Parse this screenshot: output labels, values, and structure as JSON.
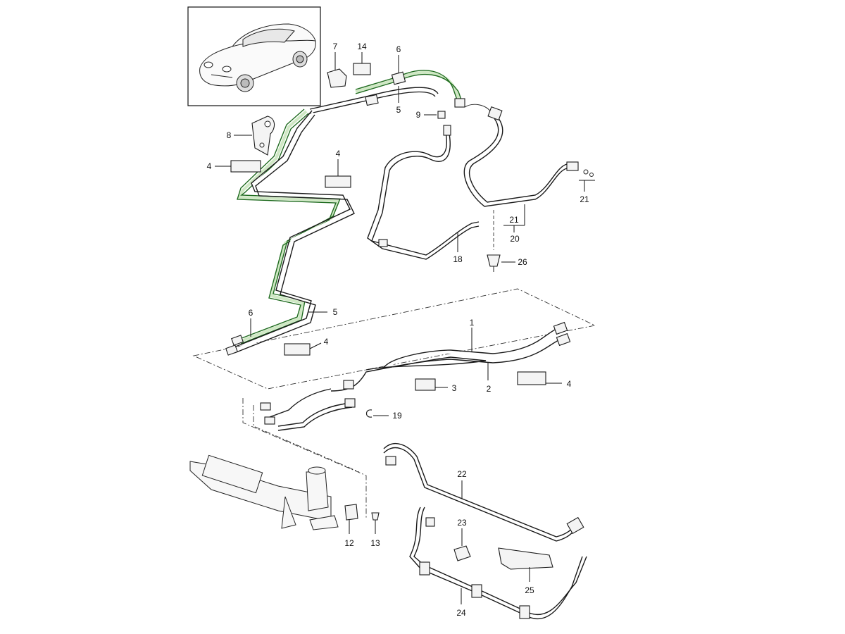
{
  "colors": {
    "line": "#1a1a1a",
    "highlight_line": "#1f6b1f",
    "highlight_fill": "#cfe8c4",
    "background": "#ffffff"
  },
  "callouts": [
    {
      "id": "c-7",
      "label": "7"
    },
    {
      "id": "c-14",
      "label": "14"
    },
    {
      "id": "c-6a",
      "label": "6"
    },
    {
      "id": "c-5a",
      "label": "5"
    },
    {
      "id": "c-9",
      "label": "9"
    },
    {
      "id": "c-8",
      "label": "8"
    },
    {
      "id": "c-4a",
      "label": "4"
    },
    {
      "id": "c-4b",
      "label": "4"
    },
    {
      "id": "c-21a",
      "label": "21"
    },
    {
      "id": "c-21b",
      "label": "21"
    },
    {
      "id": "c-20",
      "label": "20"
    },
    {
      "id": "c-18",
      "label": "18"
    },
    {
      "id": "c-26",
      "label": "26"
    },
    {
      "id": "c-6b",
      "label": "6"
    },
    {
      "id": "c-5b",
      "label": "5"
    },
    {
      "id": "c-4c",
      "label": "4"
    },
    {
      "id": "c-1",
      "label": "1"
    },
    {
      "id": "c-3",
      "label": "3"
    },
    {
      "id": "c-2",
      "label": "2"
    },
    {
      "id": "c-4d",
      "label": "4"
    },
    {
      "id": "c-19",
      "label": "19"
    },
    {
      "id": "c-22",
      "label": "22"
    },
    {
      "id": "c-23",
      "label": "23"
    },
    {
      "id": "c-12",
      "label": "12"
    },
    {
      "id": "c-13",
      "label": "13"
    },
    {
      "id": "c-25",
      "label": "25"
    },
    {
      "id": "c-24",
      "label": "24"
    }
  ]
}
